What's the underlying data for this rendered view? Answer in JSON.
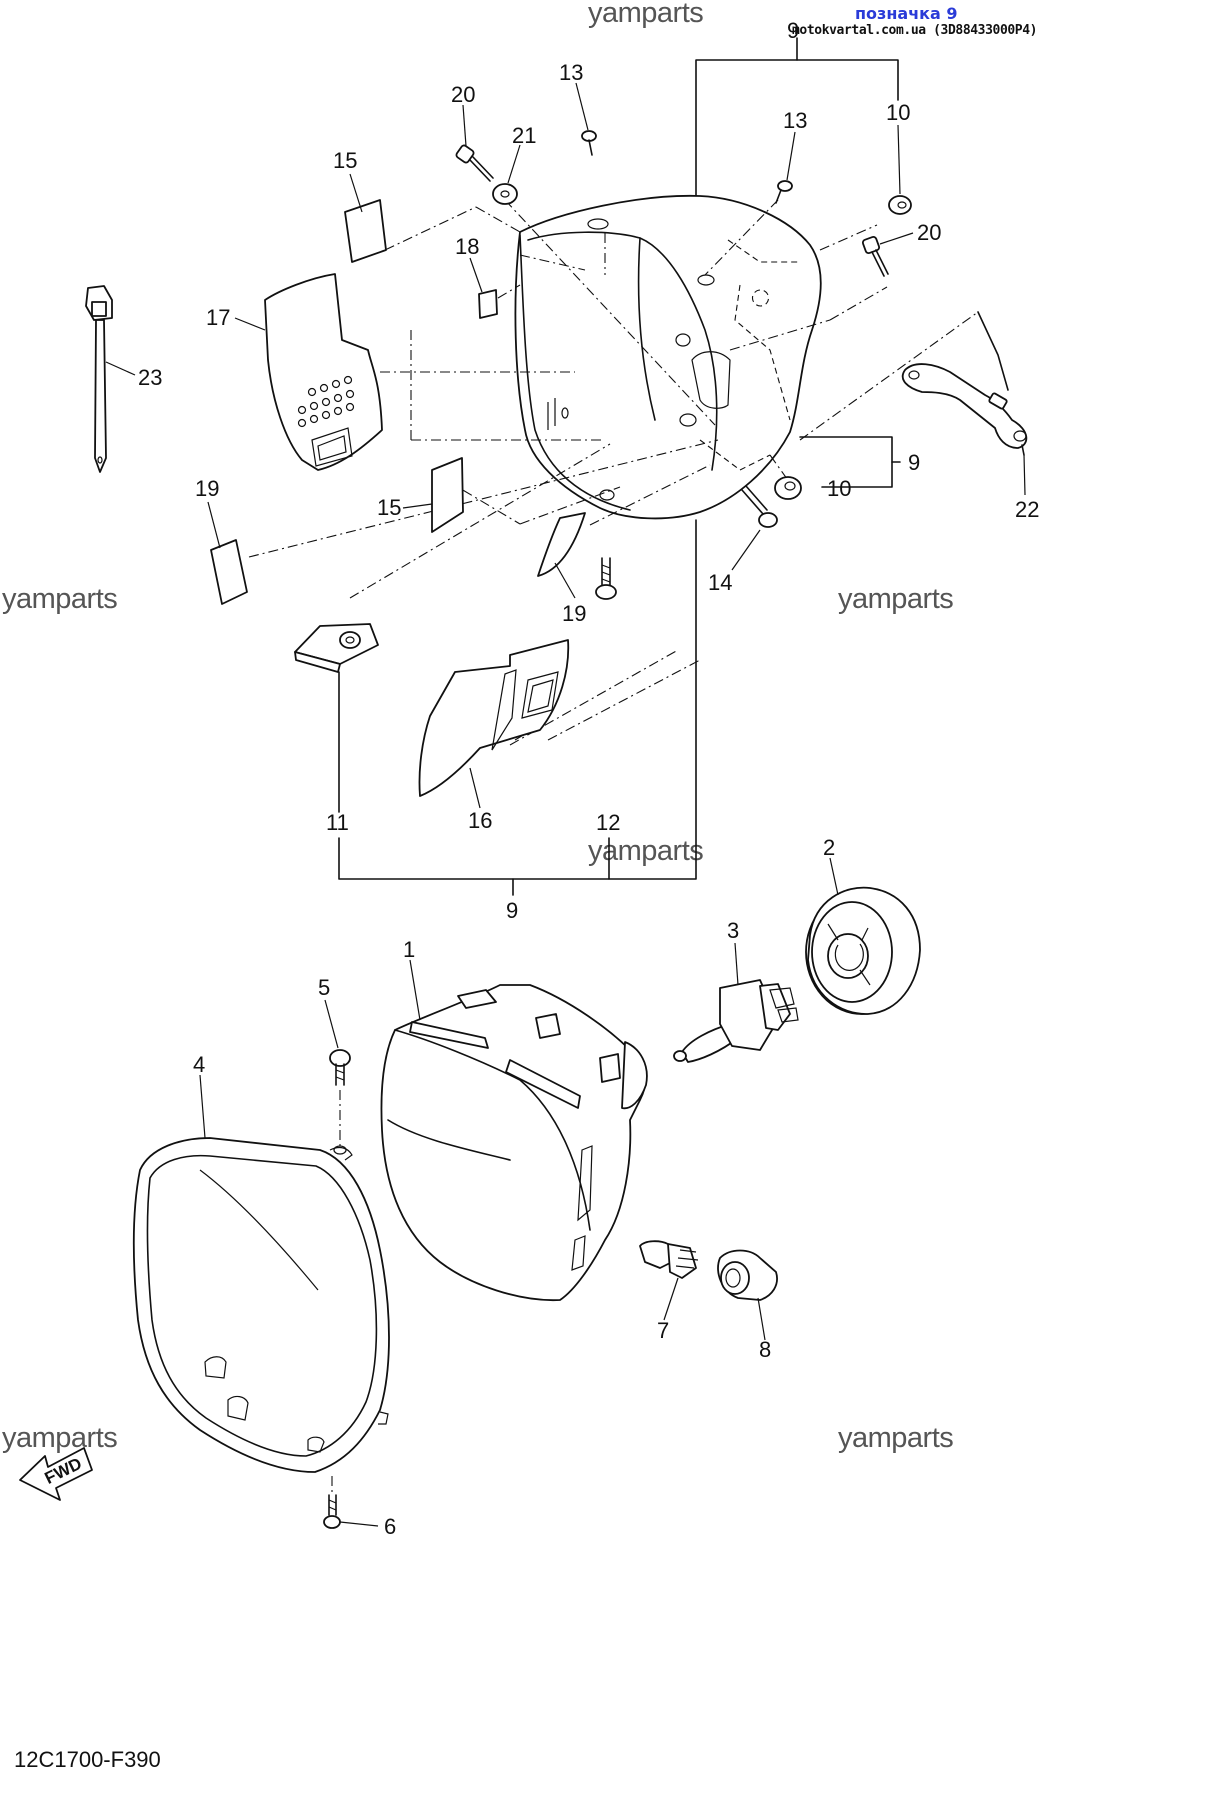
{
  "header": {
    "label": "позначка 9",
    "source": "motokvartal.com.ua (3D88433000P4)"
  },
  "watermark": "yamparts",
  "diagram_code": "12C1700-F390",
  "fwd_label": "FWD",
  "callouts": {
    "c1": "1",
    "c2": "2",
    "c3": "3",
    "c4": "4",
    "c5": "5",
    "c6": "6",
    "c7": "7",
    "c8": "8",
    "c9": "9",
    "c10": "10",
    "c11": "11",
    "c12": "12",
    "c13": "13",
    "c14": "14",
    "c15": "15",
    "c16": "16",
    "c17": "17",
    "c18": "18",
    "c19": "19",
    "c20": "20",
    "c21": "21",
    "c22": "22",
    "c23": "23"
  }
}
